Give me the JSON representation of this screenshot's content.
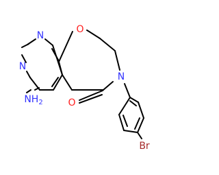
{
  "atoms": [
    {
      "key": "n_top",
      "label": "N",
      "color": "#3333ff"
    },
    {
      "key": "n_left",
      "label": "N",
      "color": "#3333ff"
    },
    {
      "key": "o_ring",
      "label": "O",
      "color": "#ff1f1f"
    },
    {
      "key": "n_amide",
      "label": "N",
      "color": "#3333ff"
    },
    {
      "key": "nh2",
      "label": "NH",
      "sub": "2",
      "color": "#3333ff"
    },
    {
      "key": "o_carbonyl",
      "label": "O",
      "color": "#ff1f1f"
    },
    {
      "key": "br",
      "label": "Br",
      "color": "#a52a2a"
    }
  ]
}
